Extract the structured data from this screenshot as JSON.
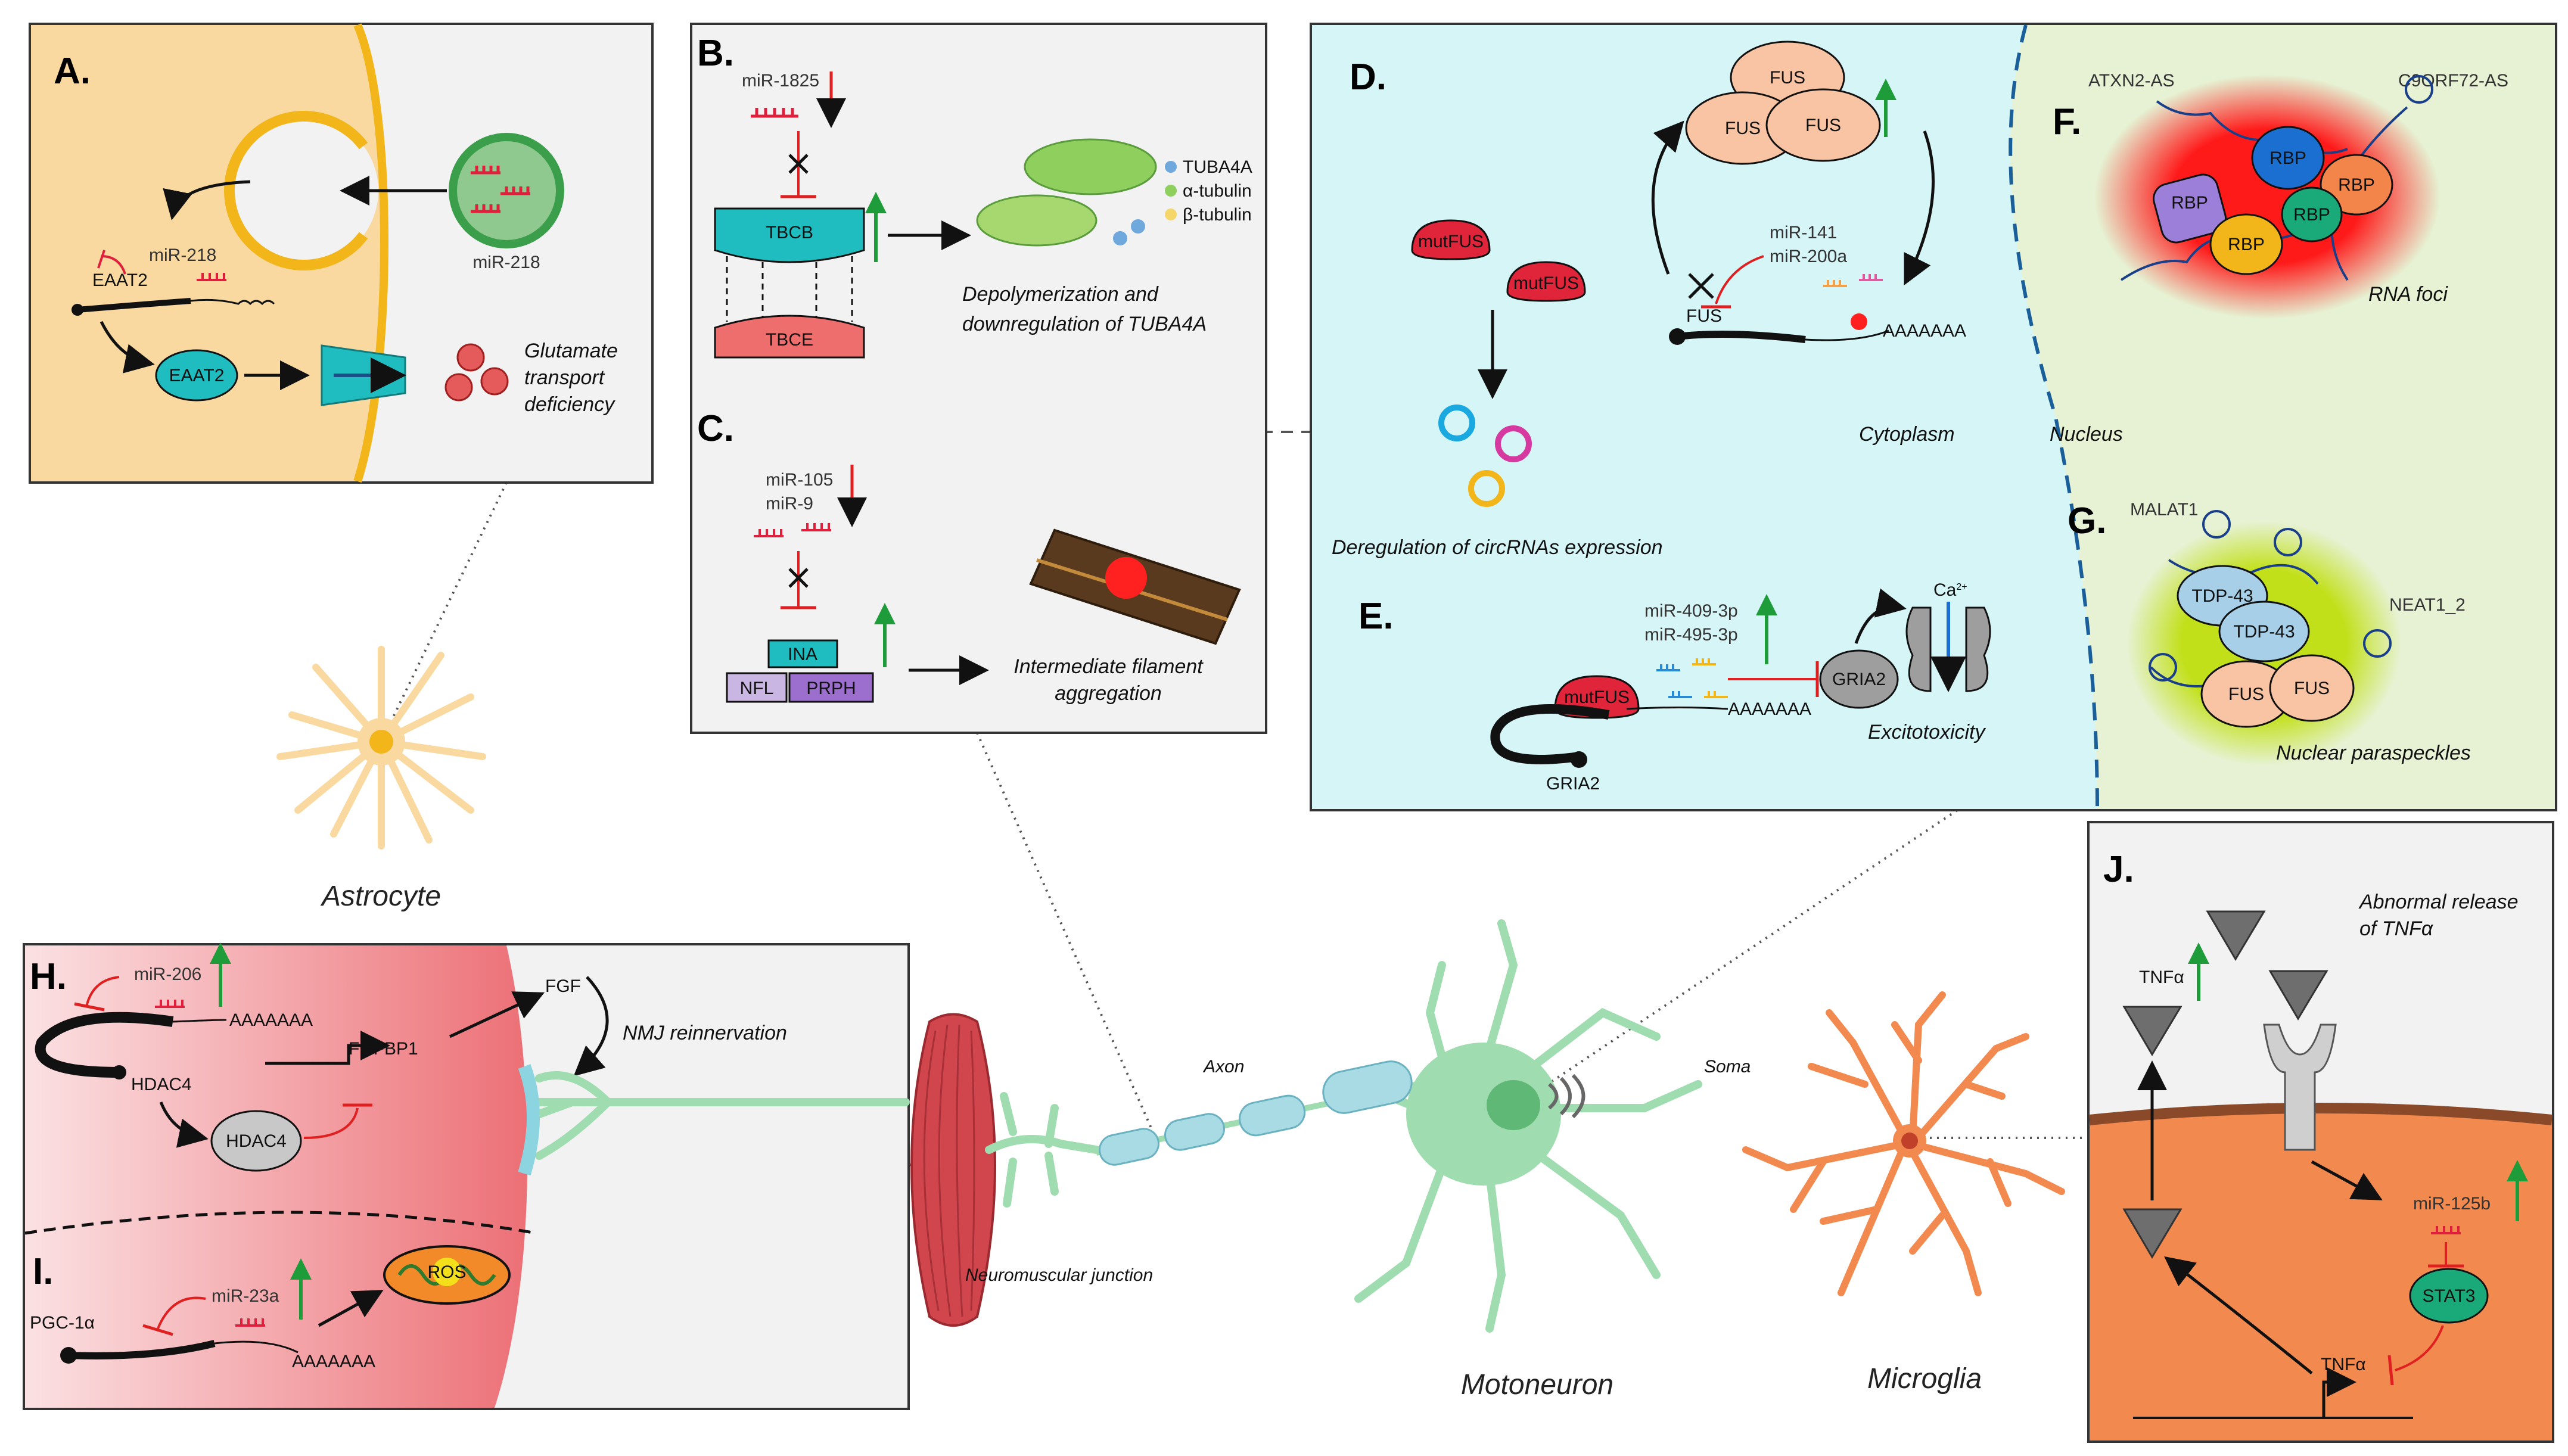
{
  "colors": {
    "astro_bg": "#f9d9a0",
    "astro_yellow": "#f2b51a",
    "mirna_red": "#e01f3d",
    "teal": "#1fbdbf",
    "cyto_bg": "#d5f5f7",
    "nuc_bg": "#e6f2d3",
    "up_arrow": "#1e9c3a",
    "down_arrow": "#e02020",
    "neuron_green": "#9fdcaf",
    "microglia_orange": "#f28a50",
    "muscle_red": "#d0464c",
    "myelin": "#a8dbe4",
    "fus_pink": "#f9c4a4",
    "mutfus_red": "#e0243a"
  },
  "panels": {
    "A": {
      "letter": "A.",
      "mir_vesicle": "miR-218",
      "mir_label": "miR-218",
      "gene": "EAAT2",
      "protein": "EAAT2",
      "caption_l1": "Glutamate",
      "caption_l2": "transport",
      "caption_l3": "deficiency"
    },
    "B": {
      "letter": "B.",
      "mir": "miR-1825",
      "tbcb": "TBCB",
      "tbce": "TBCE",
      "legend": [
        "TUBA4A",
        "α-tubulin",
        "β-tubulin"
      ],
      "caption_l1": "Depolymerization and",
      "caption_l2": "downregulation of TUBA4A"
    },
    "C": {
      "letter": "C.",
      "mir1": "miR-105",
      "mir2": "miR-9",
      "ina": "INA",
      "nfl": "NFL",
      "prph": "PRPH",
      "caption_l1": "Intermediate filament",
      "caption_l2": "aggregation"
    },
    "D": {
      "letter": "D.",
      "fus": "FUS",
      "mutfus": "mutFUS",
      "mir1": "miR-141",
      "mir2": "miR-200a",
      "fus_gene": "FUS",
      "polya": "AAAAAAA",
      "caption": "Deregulation of circRNAs expression",
      "cytoplasm": "Cytoplasm"
    },
    "E": {
      "letter": "E.",
      "mir1": "miR-409-3p",
      "mir2": "miR-495-3p",
      "mutfus": "mutFUS",
      "gria2_protein": "GRIA2",
      "gria2_gene": "GRIA2",
      "ca": "Ca",
      "ca_sup": "2+",
      "polya": "AAAAAAA",
      "caption": "Excitotoxicity"
    },
    "F": {
      "letter": "F.",
      "atxn2": "ATXN2-AS",
      "c9orf72": "C9ORF72-AS",
      "rbp": "RBP",
      "caption": "RNA foci",
      "nucleus": "Nucleus"
    },
    "G": {
      "letter": "G.",
      "malat1": "MALAT1",
      "neat1": "NEAT1_2",
      "tdp43": "TDP-43",
      "fus": "FUS",
      "caption": "Nuclear paraspeckles"
    },
    "H": {
      "letter": "H.",
      "mir": "miR-206",
      "polya": "AAAAAAA",
      "gene_hdac4": "HDAC4",
      "protein_hdac4": "HDAC4",
      "fgfbp1": "FGFBP1",
      "fgf": "FGF",
      "caption": "NMJ reinnervation"
    },
    "I": {
      "letter": "I.",
      "pgc": "PGC-1α",
      "mir": "miR-23a",
      "polya": "AAAAAAA",
      "ros": "ROS"
    },
    "J": {
      "letter": "J.",
      "caption_l1": "Abnormal release",
      "caption_l2": "of TNFα",
      "tnf_up": "TNFα",
      "mir": "miR-125b",
      "stat3": "STAT3",
      "tnf_gene": "TNFα"
    }
  },
  "cells": {
    "astrocyte": "Astrocyte",
    "axon": "Axon",
    "soma": "Soma",
    "nmj": "Neuromuscular junction",
    "motoneuron": "Motoneuron",
    "microglia": "Microglia"
  }
}
